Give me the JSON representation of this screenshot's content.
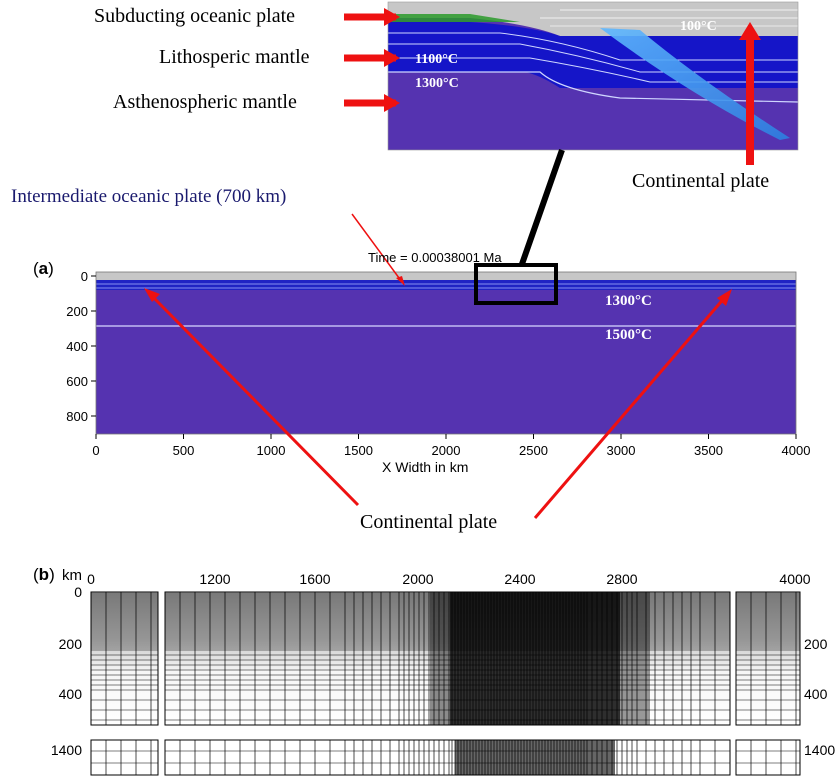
{
  "inset": {
    "labels": {
      "subducting": "Subducting oceanic plate",
      "lithospheric": "Lithosperic mantle",
      "asthenospheric": "Asthenospheric mantle",
      "continental": "Continental plate"
    },
    "temps": {
      "t100": "100°C",
      "t1100": "1100°C",
      "t1300": "1300°C"
    }
  },
  "intermediate_label": "Intermediate oceanic plate (700 km)",
  "panel_a": {
    "letter": "a",
    "time_label": "Time = 0.00038001 Ma",
    "xlabel": "X Width in km",
    "x_ticks": [
      "0",
      "500",
      "1000",
      "1500",
      "2000",
      "2500",
      "3000",
      "3500",
      "4000"
    ],
    "y_ticks": [
      "0",
      "200",
      "400",
      "600",
      "800"
    ],
    "temp_1300": "1300°C",
    "temp_1500": "1500°C",
    "continental_label": "Continental plate"
  },
  "panel_b": {
    "letter": "b",
    "unit": "km",
    "top_ticks": [
      "0",
      "1200",
      "1600",
      "2000",
      "2400",
      "2800",
      "4000"
    ],
    "left_ticks": [
      "0",
      "200",
      "400",
      "1400"
    ],
    "right_ticks": [
      "200",
      "400",
      "1400"
    ]
  },
  "colors": {
    "mantle": "#5533b0",
    "lithosphere": "#1515c8",
    "slab": "#3aa0ee",
    "continent": "#c8c8c8",
    "arrow": "#ee1111",
    "oceanic_crust": "#2a9a2a"
  }
}
